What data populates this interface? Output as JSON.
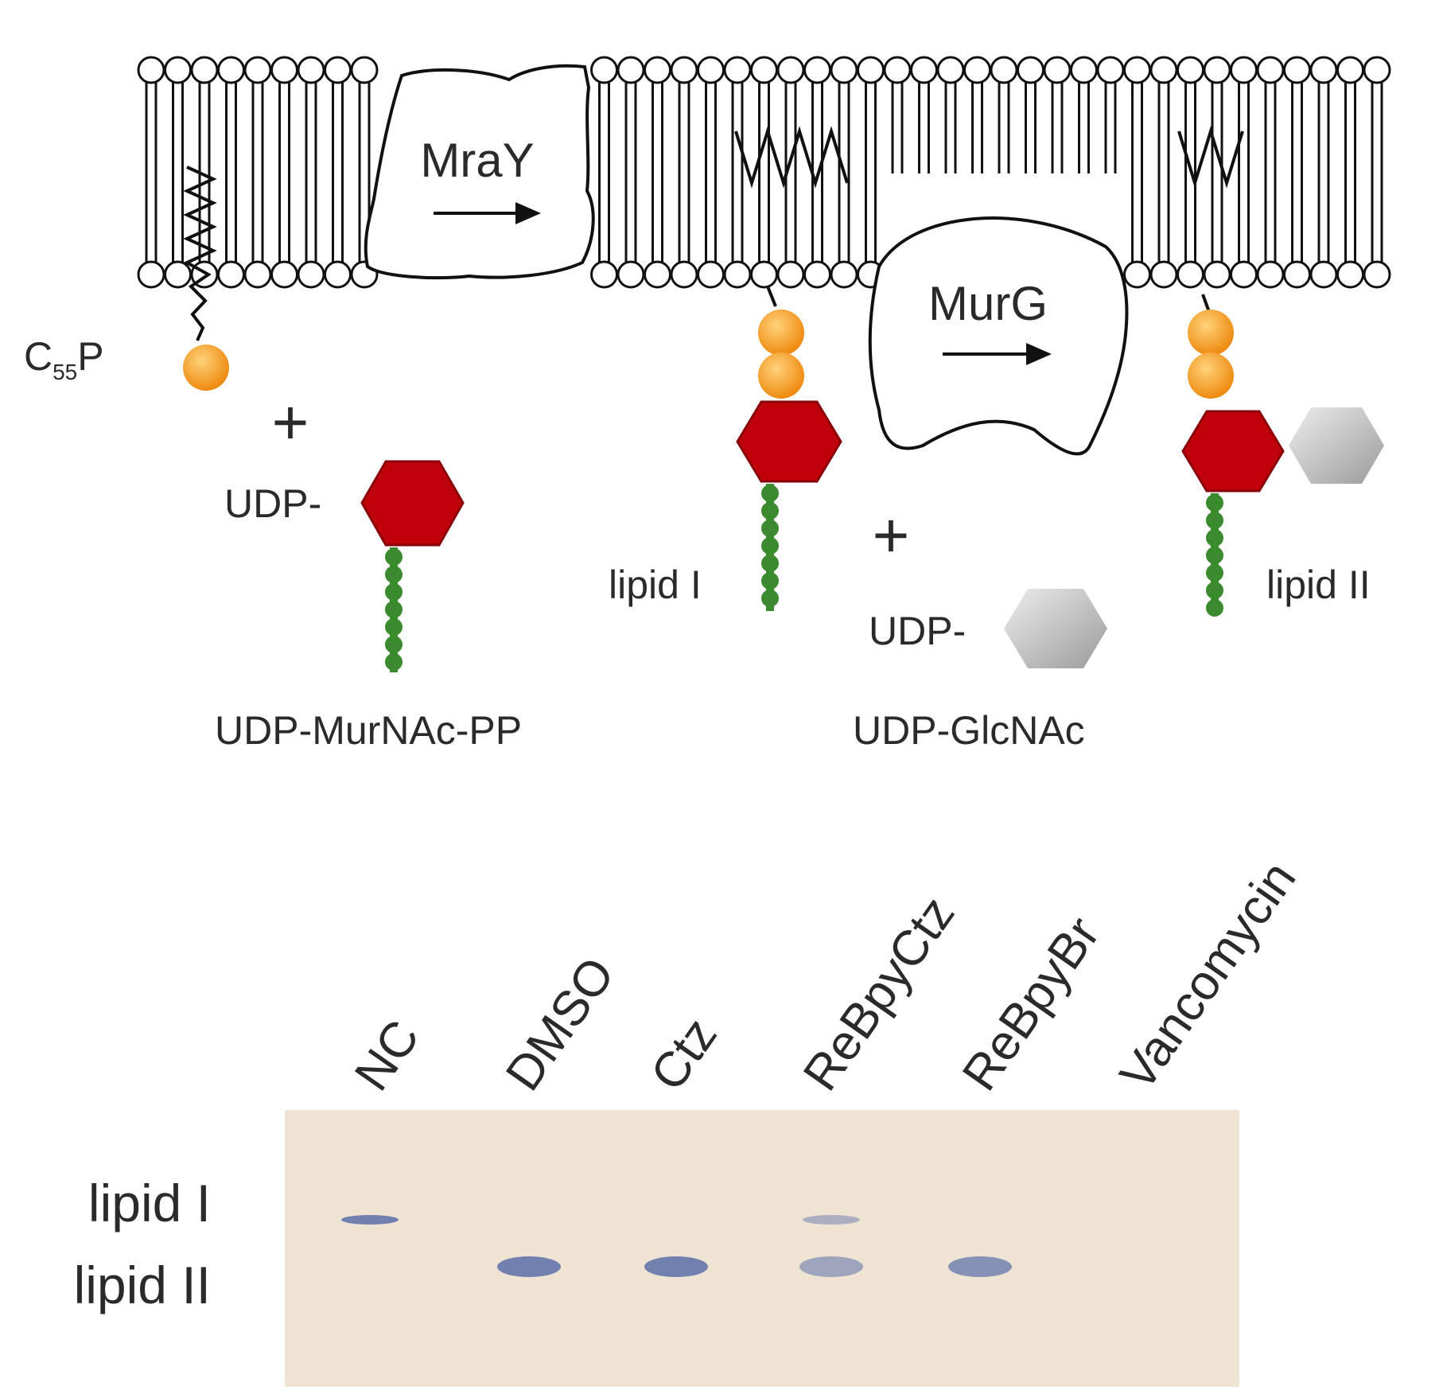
{
  "pathway": {
    "enzymes": [
      {
        "id": "mray",
        "label": "MraY"
      },
      {
        "id": "murg",
        "label": "MurG"
      }
    ],
    "carrier": {
      "label_main": "C",
      "label_sub": "55",
      "label_end": "P"
    },
    "reactants": {
      "plus": "+",
      "udp_prefix": "UDP-",
      "udp_murnac_pp": "UDP-MurNAc-PP",
      "udp_glcnac": "UDP-GlcNAc"
    },
    "products": {
      "lipid_i": "lipid I",
      "lipid_ii": "lipid II"
    },
    "colors": {
      "phosphate": "#f39a1e",
      "murnac": "#c0000a",
      "glcnac": "#a8a8a8",
      "peptide": "#3a8a2e",
      "gel": "#efe4d3",
      "band": "#5a6fa8"
    }
  },
  "gel": {
    "lanes": [
      "NC",
      "DMSO",
      "Ctz",
      "ReBpyCtz",
      "ReBpyBr",
      "Vancomycin"
    ],
    "row_labels": [
      "lipid I",
      "lipid II"
    ],
    "bands": [
      {
        "lane": "NC",
        "species": "lipid I",
        "intensity": 0.85
      },
      {
        "lane": "DMSO",
        "species": "lipid II",
        "intensity": 0.85
      },
      {
        "lane": "Ctz",
        "species": "lipid II",
        "intensity": 0.85
      },
      {
        "lane": "ReBpyCtz",
        "species": "lipid I",
        "intensity": 0.45
      },
      {
        "lane": "ReBpyCtz",
        "species": "lipid II",
        "intensity": 0.55
      },
      {
        "lane": "ReBpyBr",
        "species": "lipid II",
        "intensity": 0.7
      }
    ]
  }
}
